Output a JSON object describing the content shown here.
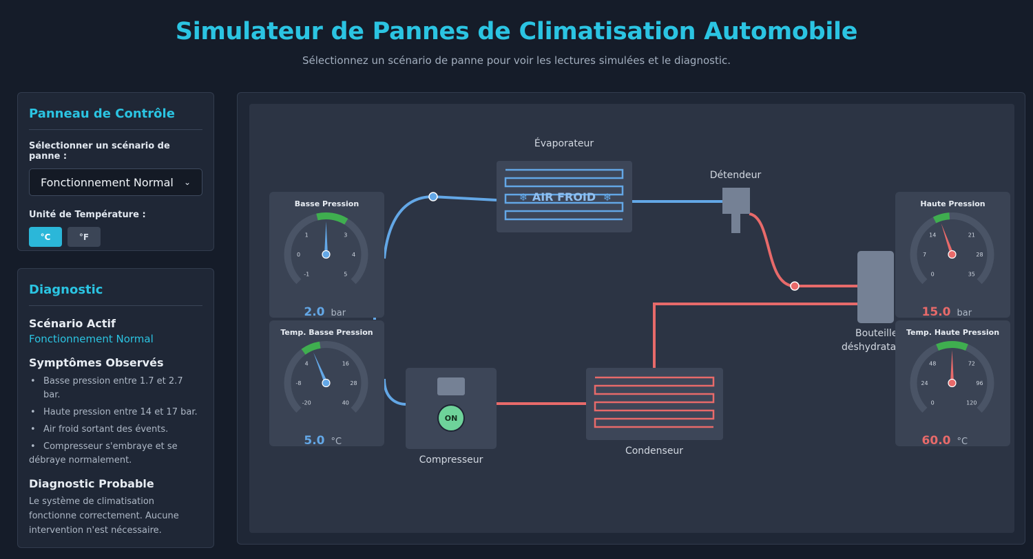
{
  "header": {
    "title": "Simulateur de Pannes de Climatisation Automobile",
    "subtitle": "Sélectionnez un scénario de panne pour voir les lectures simulées et le diagnostic."
  },
  "control": {
    "title": "Panneau de Contrôle",
    "scenario_label": "Sélectionner un scénario de panne :",
    "scenario_value": "Fonctionnement Normal",
    "unit_label": "Unité de Température :",
    "unit_c": "°C",
    "unit_f": "°F",
    "unit_selected": "°C"
  },
  "diagnostic": {
    "title": "Diagnostic",
    "active_heading": "Scénario Actif",
    "active_value": "Fonctionnement Normal",
    "symptoms_heading": "Symptômes Observés",
    "symptoms": [
      "Basse pression entre 1.7 et 2.7 bar.",
      "Haute pression entre 14 et 17 bar.",
      "Air froid sortant des évents.",
      "Compresseur s'embraye et se débraye normalement."
    ],
    "probable_heading": "Diagnostic Probable",
    "probable_text": "Le système de climatisation fonctionne correctement. Aucune intervention n'est nécessaire."
  },
  "diagram": {
    "evaporator_label": "Évaporateur",
    "evaporator_text": "AIR FROID",
    "expansion_label": "Détendeur",
    "drier_label_1": "Bouteille",
    "drier_label_2": "déshydrata",
    "compressor_label": "Compresseur",
    "compressor_state": "ON",
    "condenser_label": "Condenseur"
  },
  "gauges": {
    "low_pressure": {
      "title": "Basse Pression",
      "value": 2.0,
      "value_text": "2.0",
      "unit": "bar",
      "ticks": [
        "-1",
        "0",
        "1",
        "3",
        "4",
        "5"
      ],
      "min": -1,
      "max": 5,
      "green_from": 1.7,
      "green_to": 2.7,
      "color": "#63a7e6"
    },
    "low_temp": {
      "title": "Temp. Basse Pression",
      "value": 5.0,
      "value_text": "5.0",
      "unit": "°C",
      "ticks": [
        "-20",
        "-8",
        "4",
        "16",
        "28",
        "40"
      ],
      "min": -20,
      "max": 40,
      "green_from": 2,
      "green_to": 8,
      "color": "#63a7e6"
    },
    "high_pressure": {
      "title": "Haute Pression",
      "value": 15.0,
      "value_text": "15.0",
      "unit": "bar",
      "ticks": [
        "0",
        "7",
        "14",
        "21",
        "28",
        "35"
      ],
      "min": 0,
      "max": 35,
      "green_from": 14,
      "green_to": 17,
      "color": "#e86a6a"
    },
    "high_temp": {
      "title": "Temp. Haute Pression",
      "value": 60.0,
      "value_text": "60.0",
      "unit": "°C",
      "ticks": [
        "0",
        "24",
        "48",
        "72",
        "96",
        "120"
      ],
      "min": 0,
      "max": 120,
      "green_from": 50,
      "green_to": 70,
      "color": "#e86a6a"
    }
  },
  "colors": {
    "accent": "#2bc4e2",
    "cold_line": "#63a7e6",
    "hot_line": "#e86a6a",
    "ok_green": "#3fae4f"
  }
}
